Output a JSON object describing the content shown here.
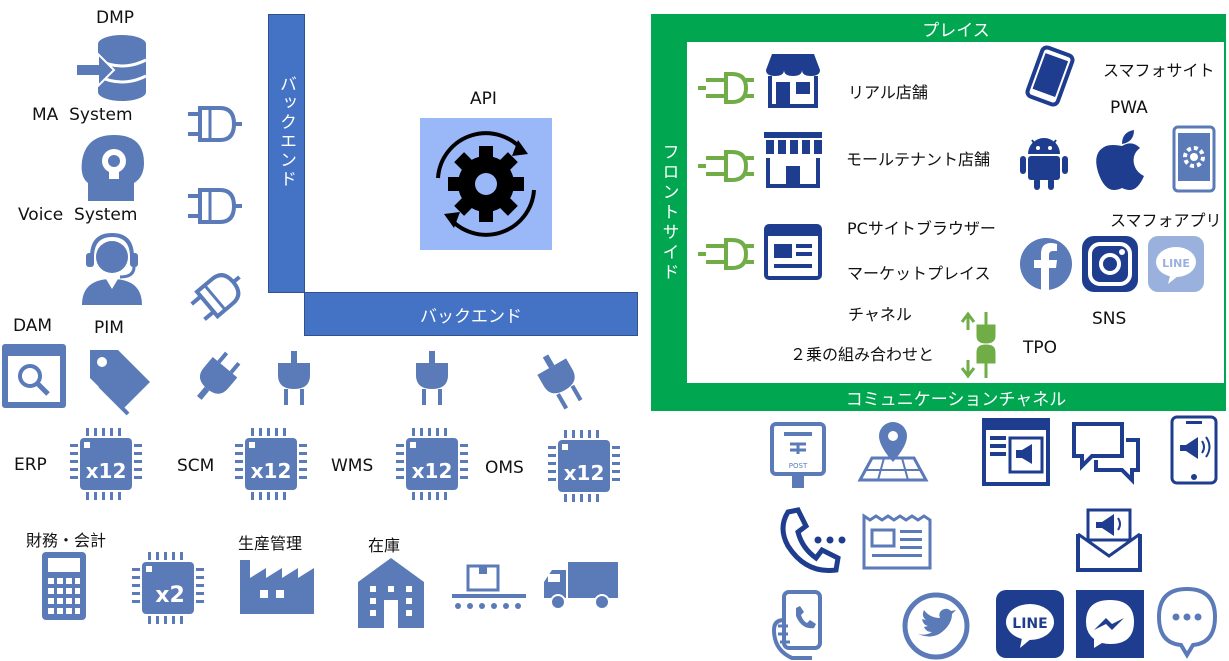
{
  "left": {
    "labels": {
      "dmp": "DMP",
      "ma": "MA  System",
      "voice": "Voice  System",
      "dam": "DAM",
      "pim": "PIM",
      "erp": "ERP",
      "scm": "SCM",
      "wms": "WMS",
      "oms": "OMS",
      "finance": "財務・会計",
      "production": "生産管理",
      "inventory": "在庫"
    },
    "chip_labels": {
      "x12": "x12",
      "x2": "x2"
    }
  },
  "backend": {
    "vertical": "バックエンド",
    "horizontal": "バックエンド",
    "api": "API"
  },
  "front": {
    "top": "プレイス",
    "side": "フロントサイド",
    "bottom": "コミュニケーションチャネル",
    "items": {
      "real_store": "リアル店舗",
      "mall_store": "モールテナント店舗",
      "pc_browser": "PCサイトブラウザー",
      "marketplace": "マーケットプレイス",
      "channel": "チャネル",
      "combination": "２乗の組み合わせと",
      "tpo": "TPO",
      "smartphone_site": "スマフォサイト",
      "pwa": "PWA",
      "smartphone_app": "スマフォアプリ",
      "sns": "SNS",
      "line": "LINE"
    }
  },
  "comm": {
    "post_label": "POST",
    "line_label": "LINE"
  },
  "colors": {
    "icon_blue": "#5b7ab8",
    "bar_blue": "#4472c4",
    "green": "#00a650",
    "plug_green": "#70ad47",
    "navy": "#1f3d8f",
    "api_bg": "#9ab8f7"
  }
}
